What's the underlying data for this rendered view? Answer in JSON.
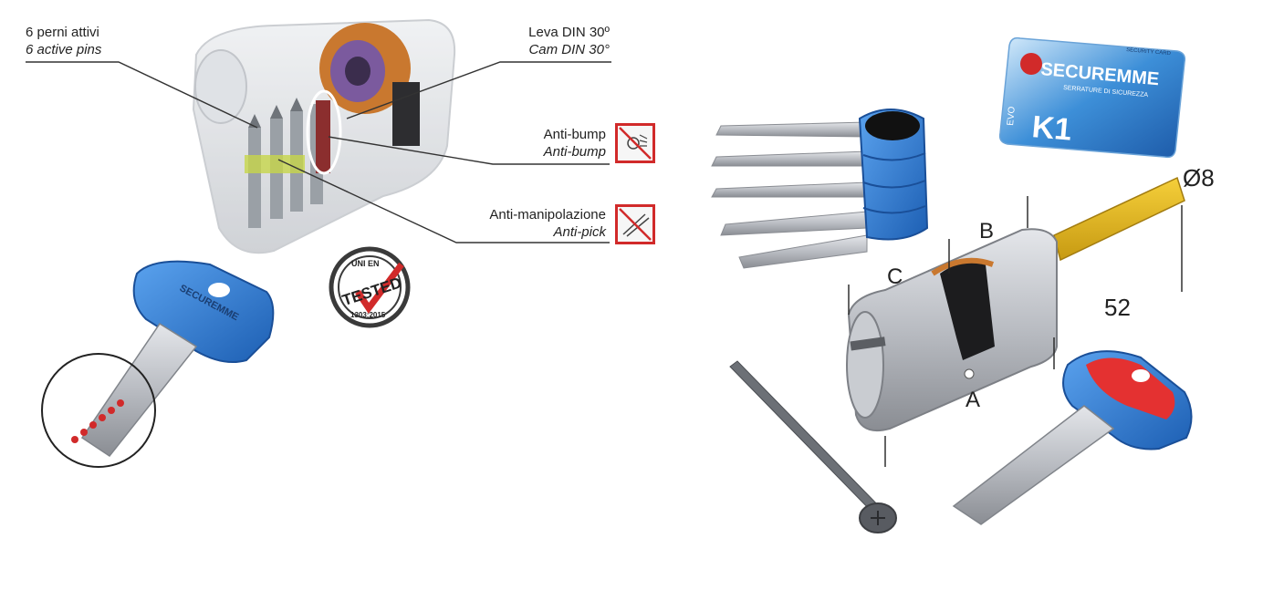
{
  "callouts": {
    "pins": {
      "it": "6 perni attivi",
      "en": "6 active pins"
    },
    "cam": {
      "it": "Leva DIN 30º",
      "en": "Cam DIN 30°"
    },
    "antibump": {
      "it": "Anti-bump",
      "en": "Anti-bump"
    },
    "antipick": {
      "it": "Anti-manipolazione",
      "en": "Anti-pick"
    }
  },
  "stamp": {
    "top": "UNI EN",
    "main": "TESTED",
    "bottom": "1303:2015"
  },
  "card": {
    "brand": "SECUREMME",
    "tagline": "SERRATURE DI SICUREZZA",
    "model": "K1",
    "series": "EVO",
    "label": "SECURITY CARD"
  },
  "key_brand": "SECUREMME",
  "dimensions": {
    "diameter": "Ø8",
    "length": "52",
    "a": "A",
    "b": "B",
    "c": "C"
  },
  "colors": {
    "accent_red": "#d12a2a",
    "key_blue": "#2f7fd6",
    "key_red": "#e43131",
    "cam_orange": "#c9782f",
    "metal": "#b9bcc2"
  }
}
